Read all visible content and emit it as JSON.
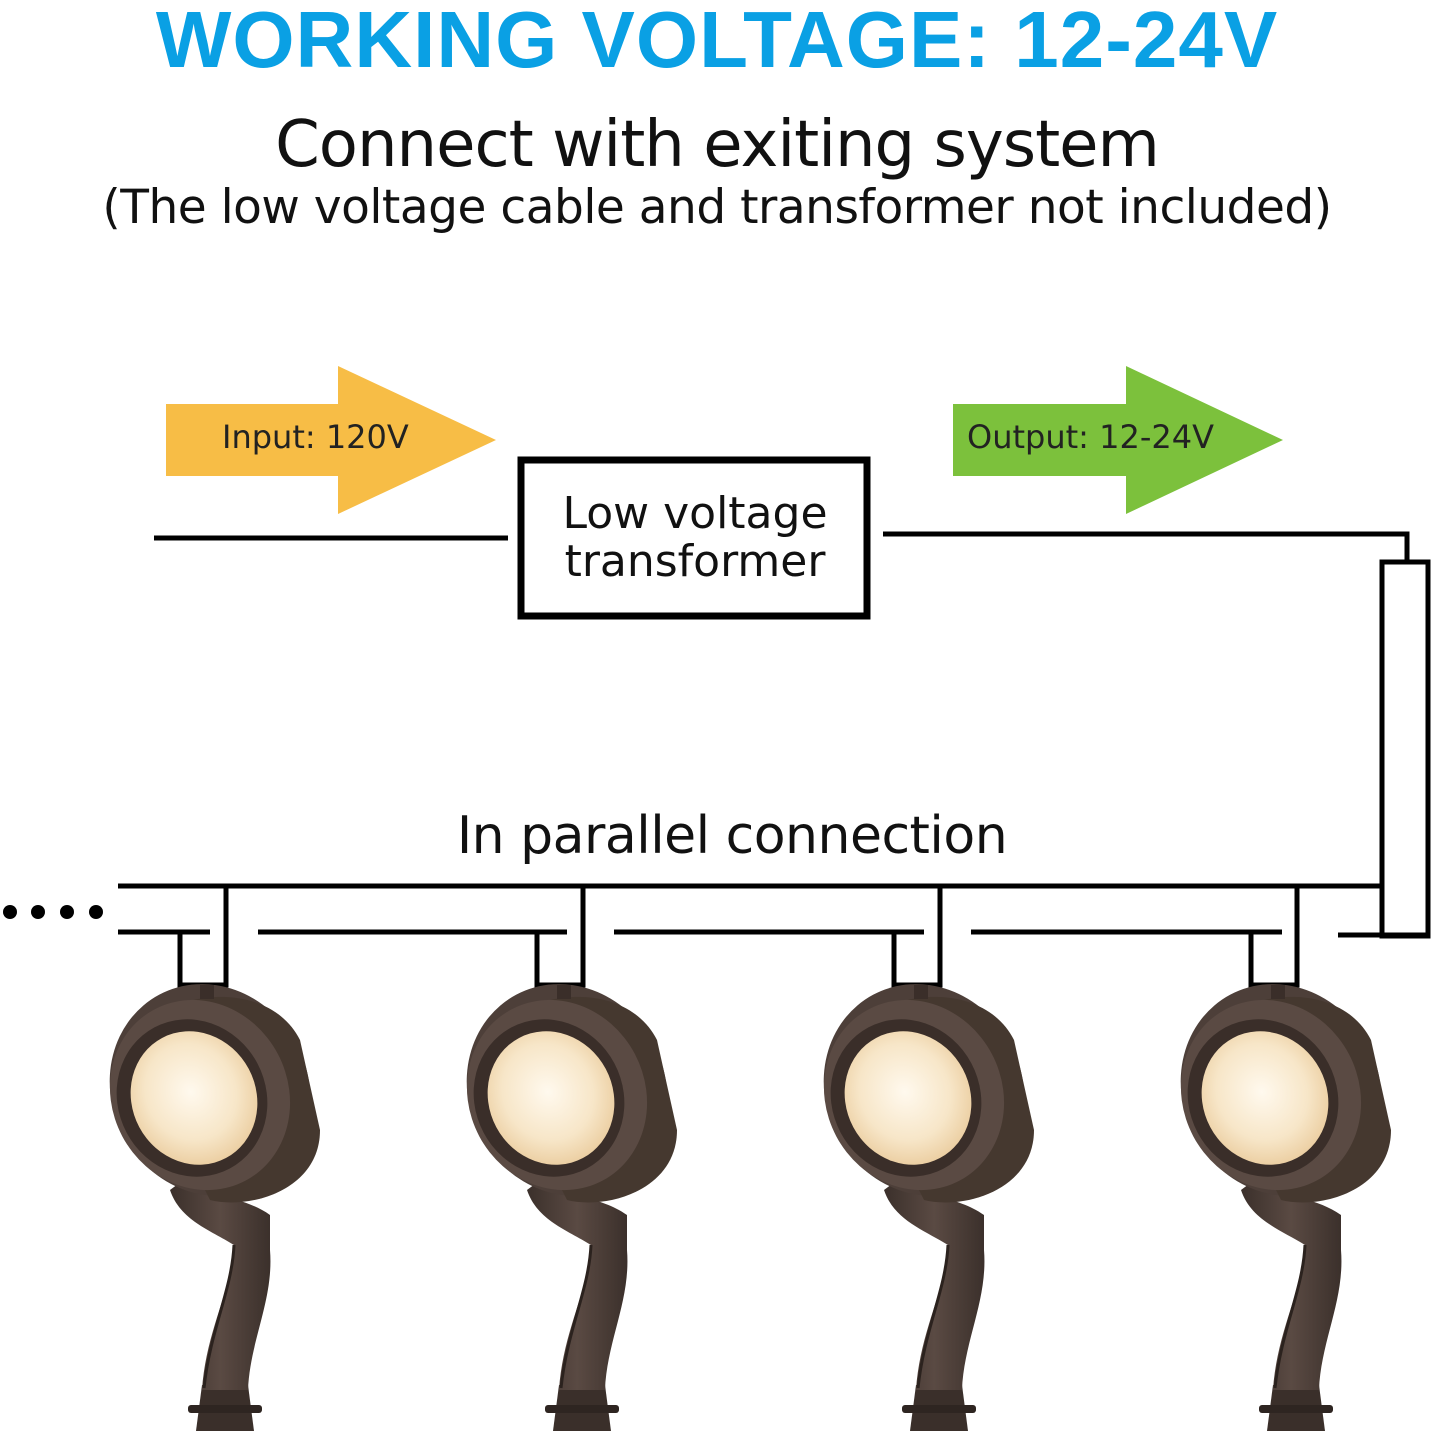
{
  "title": "WORKING VOLTAGE: 12-24V",
  "subtitle": "Connect with exiting system",
  "note": "(The low voltage cable and transformer not included)",
  "input_arrow": {
    "label": "Input: 120V",
    "color": "#f7bd46"
  },
  "output_arrow": {
    "label": "Output: 12-24V",
    "color": "#7cc13c"
  },
  "transformer": {
    "line1": "Low voltage",
    "line2": "transformer"
  },
  "connection_label": "In parallel connection",
  "colors": {
    "accent": "#0aa0e4",
    "wire": "#000000",
    "fixture": "#4a3c36",
    "lens": "#f6e2c0"
  },
  "fixtures": [
    {
      "icon": "spotlight-icon"
    },
    {
      "icon": "spotlight-icon"
    },
    {
      "icon": "spotlight-icon"
    },
    {
      "icon": "spotlight-icon"
    }
  ]
}
